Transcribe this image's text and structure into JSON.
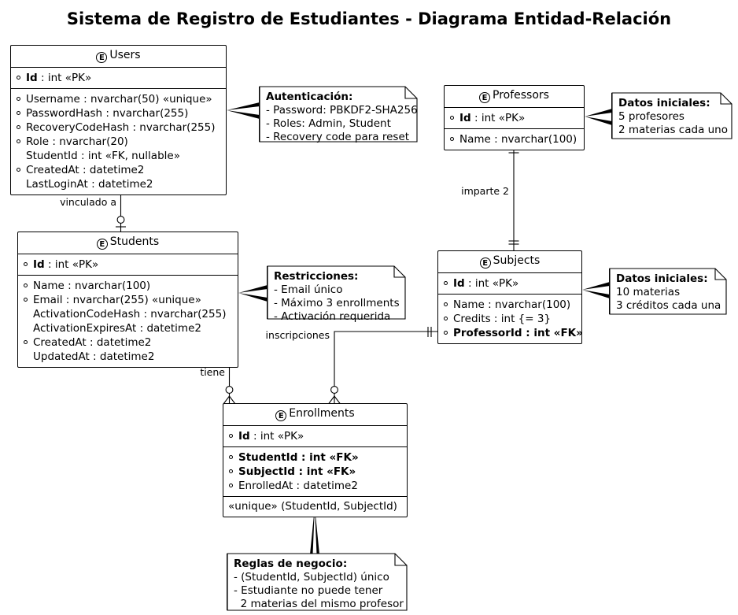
{
  "title": "Sistema de Registro de Estudiantes - Diagrama Entidad-Relación",
  "colors": {
    "line": "#000000",
    "background": "#ffffff",
    "text": "#000000"
  },
  "entities": {
    "users": {
      "stereotype_icon": "E",
      "name": "Users",
      "pk": [
        "Id : int «PK»"
      ],
      "pk_bold": "Id",
      "attributes": [
        "Username : nvarchar(50) «unique»",
        "PasswordHash : nvarchar(255)",
        "RecoveryCodeHash : nvarchar(255)",
        "Role : nvarchar(20)",
        "StudentId : int «FK, nullable»",
        "CreatedAt : datetime2",
        "LastLoginAt : datetime2"
      ]
    },
    "professors": {
      "stereotype_icon": "E",
      "name": "Professors",
      "pk": [
        "Id : int «PK»"
      ],
      "attributes": [
        "Name : nvarchar(100)"
      ]
    },
    "students": {
      "stereotype_icon": "E",
      "name": "Students",
      "pk": [
        "Id : int «PK»"
      ],
      "attributes": [
        "Name : nvarchar(100)",
        "Email : nvarchar(255) «unique»",
        "ActivationCodeHash : nvarchar(255)",
        "ActivationExpiresAt : datetime2",
        "CreatedAt : datetime2",
        "UpdatedAt : datetime2"
      ]
    },
    "subjects": {
      "stereotype_icon": "E",
      "name": "Subjects",
      "pk": [
        "Id : int «PK»"
      ],
      "attributes": [
        "Name : nvarchar(100)",
        "Credits : int {= 3}",
        "ProfessorId : int «FK»"
      ]
    },
    "enrollments": {
      "stereotype_icon": "E",
      "name": "Enrollments",
      "pk": [
        "Id : int «PK»"
      ],
      "attributes": [
        "StudentId : int «FK»",
        "SubjectId : int «FK»",
        "EnrolledAt : datetime2"
      ],
      "constraint": "«unique» (StudentId, SubjectId)"
    }
  },
  "notes": {
    "autenticacion": {
      "title": "Autenticación:",
      "lines": [
        "- Password: PBKDF2-SHA256",
        "- Roles: Admin, Student",
        "- Recovery code para reset"
      ]
    },
    "datos_profesores": {
      "title": "Datos iniciales:",
      "lines": [
        "5 profesores",
        "2 materias cada uno"
      ]
    },
    "restricciones": {
      "title": "Restricciones:",
      "lines": [
        "- Email único",
        "- Máximo 3 enrollments",
        "- Activación requerida"
      ]
    },
    "datos_materias": {
      "title": "Datos iniciales:",
      "lines": [
        "10 materias",
        "3 créditos cada una"
      ]
    },
    "reglas": {
      "title": "Reglas de negocio:",
      "lines": [
        "- (StudentId, SubjectId) único",
        "- Estudiante no puede tener",
        "  2 materias del mismo profesor"
      ]
    }
  },
  "relationships": [
    {
      "id": "users-students",
      "label": "vinculado a",
      "from": "Users",
      "to": "Students",
      "from_card": "one-and-only-one",
      "to_card": "zero-or-one"
    },
    {
      "id": "professors-subjects",
      "label": "imparte 2",
      "from": "Professors",
      "to": "Subjects",
      "from_card": "one-and-only-one",
      "to_card": "one-and-only-one"
    },
    {
      "id": "students-enrollments",
      "label": "tiene",
      "from": "Students",
      "to": "Enrollments",
      "from_card": "one-and-only-one",
      "to_card": "zero-or-many"
    },
    {
      "id": "subjects-enrollments",
      "label": "inscripciones",
      "from": "Subjects",
      "to": "Enrollments",
      "from_card": "one-and-only-one",
      "to_card": "zero-or-many"
    }
  ]
}
